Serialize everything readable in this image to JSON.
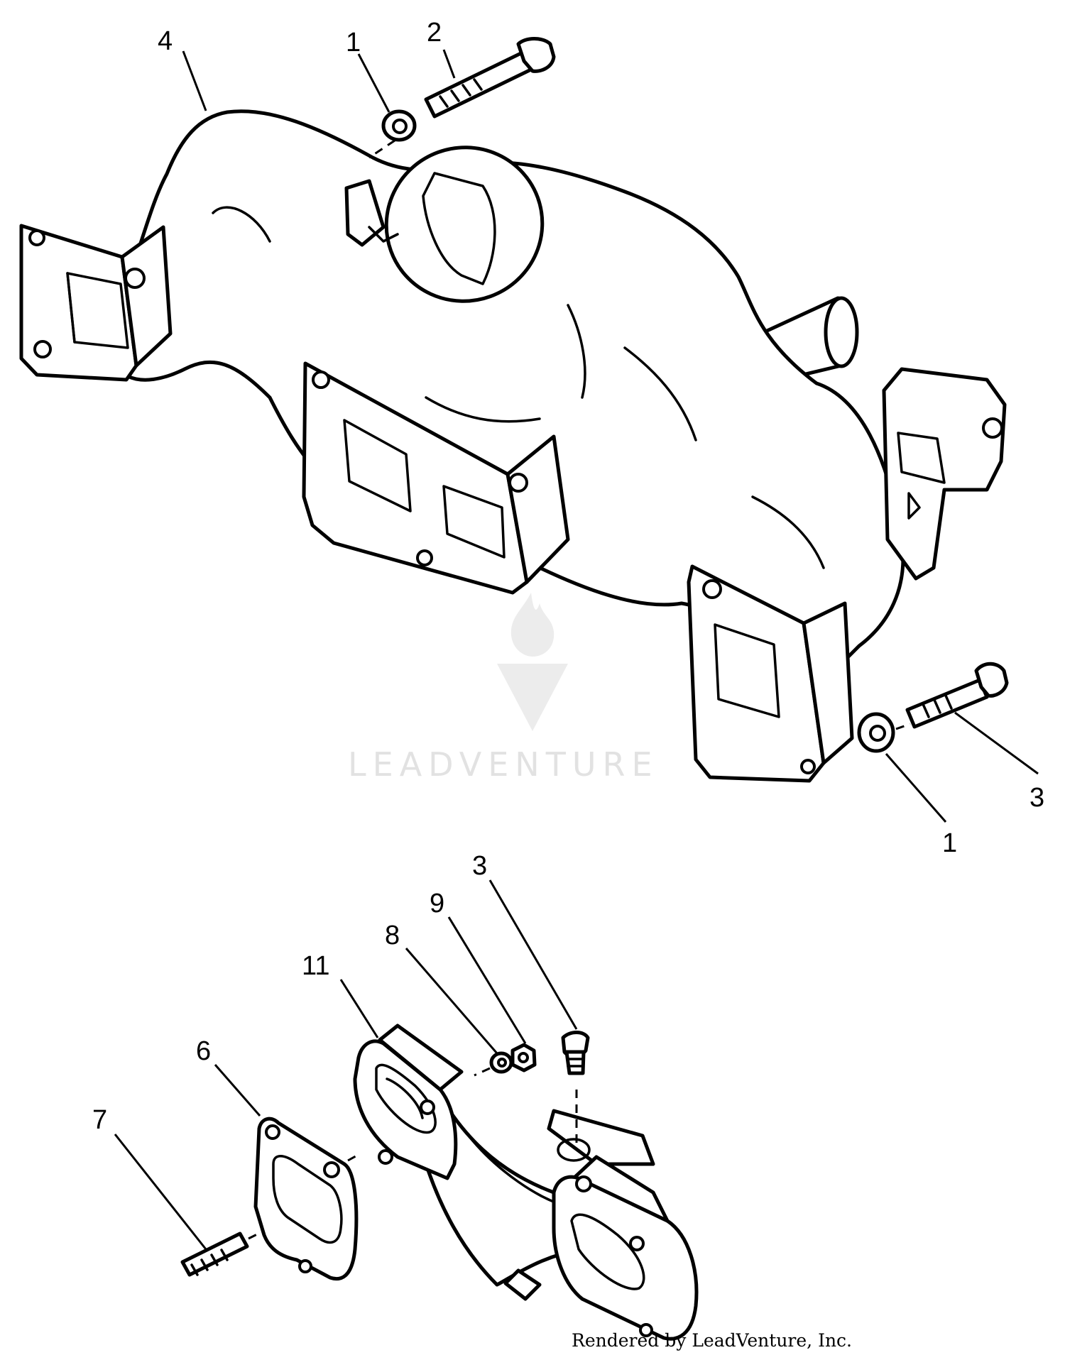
{
  "watermark": {
    "brand": "LEADVENTURE"
  },
  "footer": {
    "credit": "Rendered by LeadVenture, Inc."
  },
  "callouts": [
    {
      "id": "c-4-top",
      "label": "4"
    },
    {
      "id": "c-1-top",
      "label": "1"
    },
    {
      "id": "c-2-top",
      "label": "2"
    },
    {
      "id": "c-3-right",
      "label": "3"
    },
    {
      "id": "c-1-right",
      "label": "1"
    },
    {
      "id": "c-3-lower",
      "label": "3"
    },
    {
      "id": "c-9",
      "label": "9"
    },
    {
      "id": "c-8",
      "label": "8"
    },
    {
      "id": "c-11",
      "label": "11"
    },
    {
      "id": "c-6",
      "label": "6"
    },
    {
      "id": "c-7",
      "label": "7"
    }
  ],
  "icons": {
    "watermark": "leadventure-logo-icon"
  }
}
